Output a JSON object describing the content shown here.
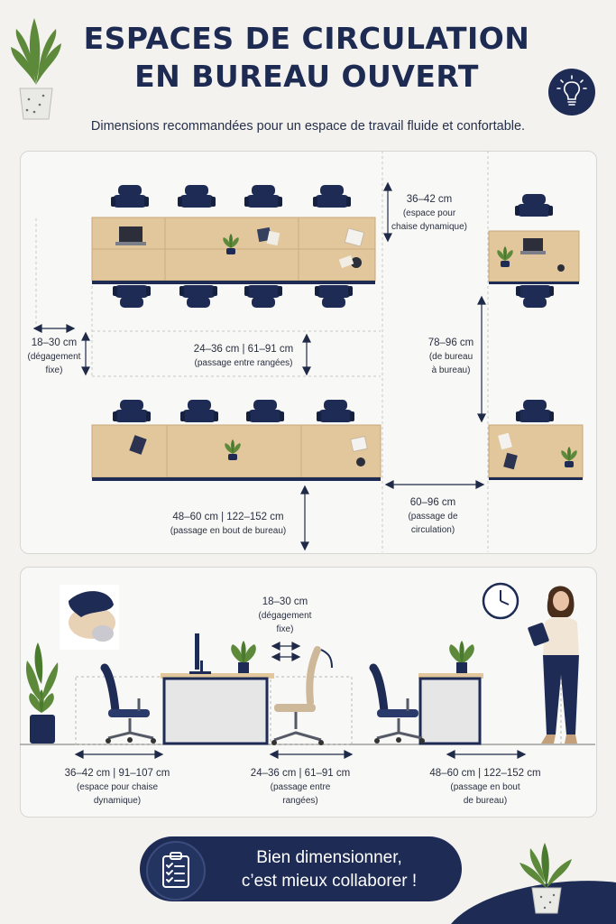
{
  "header": {
    "title_line1": "ESPACES DE CIRCULATION",
    "title_line2": "EN BUREAU OUVERT",
    "subtitle": "Dimensions recommandées pour un espace de travail fluide et confortable."
  },
  "top_plan": {
    "chair_space": {
      "main": "36–42 cm",
      "sub1": "(espace pour",
      "sub2": "chaise dynamique)"
    },
    "fixed_clearance": {
      "main": "18–30 cm",
      "sub1": "(dégagement",
      "sub2": "fixe)"
    },
    "row_passage": {
      "main": "24–36 cm | 61–91 cm",
      "sub1": "(passage entre rangées)"
    },
    "desk_to_desk": {
      "main": "78–96 cm",
      "sub1": "(de bureau",
      "sub2": "à bureau)"
    },
    "desk_end": {
      "main": "48–60 cm | 122–152 cm",
      "sub1": "(passage en bout de bureau)"
    },
    "circulation": {
      "main": "60–96 cm",
      "sub1": "(passage de",
      "sub2": "circulation)"
    }
  },
  "side_view": {
    "fixed_clearance": {
      "main": "18–30 cm",
      "sub1": "(dégagement",
      "sub2": "fixe)"
    },
    "chair_space": {
      "main": "36–42 cm | 91–107 cm",
      "sub1": "(espace pour chaise",
      "sub2": "dynamique)"
    },
    "row_passage": {
      "main": "24–36 cm | 61–91 cm",
      "sub1": "(passage entre",
      "sub2": "rangées)"
    },
    "desk_end": {
      "main": "48–60 cm | 122–152 cm",
      "sub1": "(passage en bout",
      "sub2": "de bureau)"
    }
  },
  "cta": {
    "line1": "Bien dimensionner,",
    "line2": "c’est mieux collaborer !"
  },
  "icons": [
    "plant-icon",
    "lightbulb-icon",
    "clipboard-checklist-icon",
    "clock-icon"
  ],
  "colors": {
    "navy": "#1e2b55",
    "wood": "#e3c79c",
    "plant": "#5c8a3a",
    "background": "#f3f2ef"
  }
}
